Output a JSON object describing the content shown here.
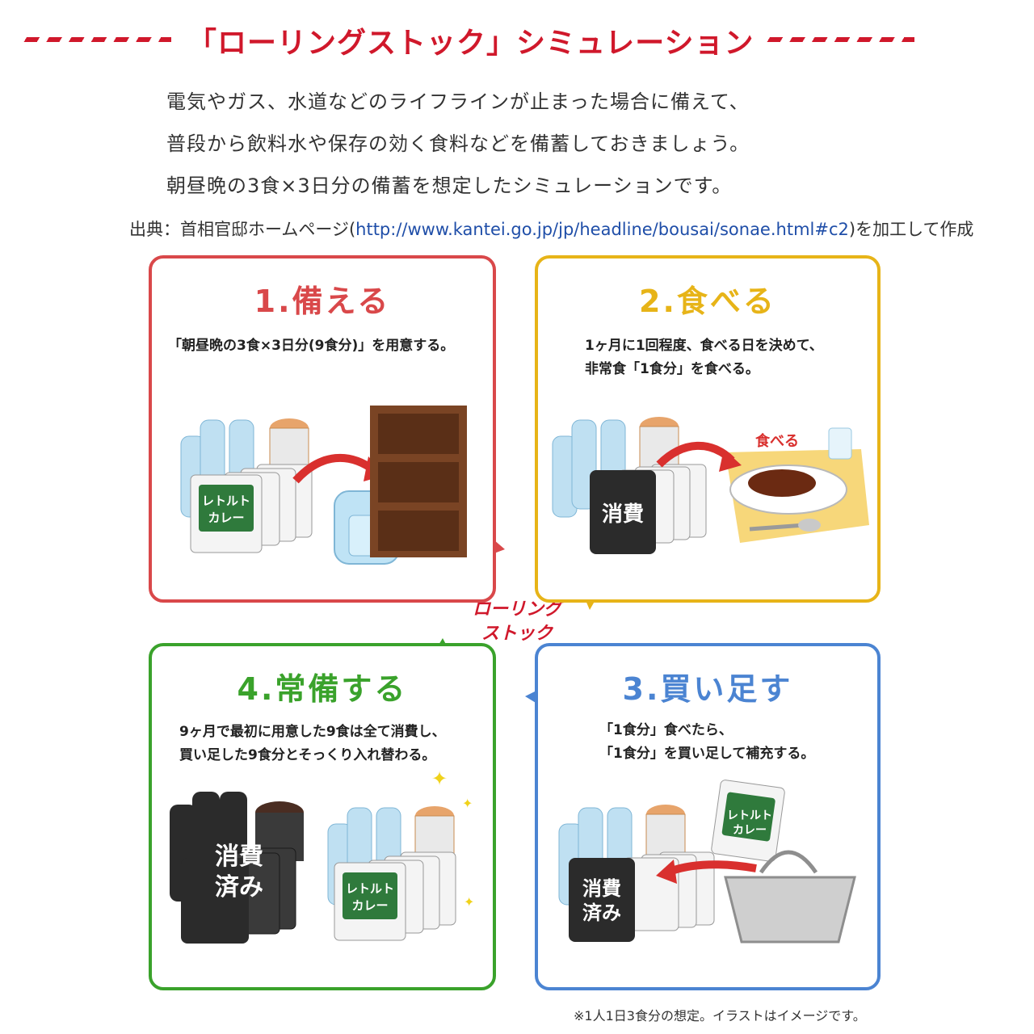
{
  "header": {
    "title": "「ローリングストック」シミュレーション"
  },
  "intro": {
    "line1": "電気やガス、水道などのライフラインが止まった場合に備えて、",
    "line2": "普段から飲料水や保存の効く食料などを備蓄しておきましょう。",
    "line3": "朝昼晩の3食×3日分の備蓄を想定したシミュレーションです。"
  },
  "source": {
    "prefix": "出典：首相官邸ホームページ(",
    "url": "http://www.kantei.go.jp/jp/headline/bousai/sonae.html#c2",
    "suffix": ")を加工して作成"
  },
  "center_label": {
    "line1": "ローリング",
    "line2": "ストック"
  },
  "steps": [
    {
      "title": "1.備える",
      "desc": [
        "「朝昼晩の3食×3日分(9食分)」を用意する。"
      ],
      "pack_label": [
        "レトルト",
        "カレー"
      ]
    },
    {
      "title": "2.食べる",
      "desc": [
        "1ヶ月に1回程度、食べる日を決めて、",
        "非常食「1食分」を食べる。"
      ],
      "badge": "消費",
      "eat_label": "食べる"
    },
    {
      "title": "3.買い足す",
      "desc": [
        "「1食分」食べたら、",
        "「1食分」を買い足して補充する。"
      ],
      "badge": [
        "消費",
        "済み"
      ],
      "pack_label": [
        "レトルト",
        "カレー"
      ]
    },
    {
      "title": "4.常備する",
      "desc": [
        "9ヶ月で最初に用意した9食は全て消費し、",
        "買い足した9食分とそっくり入れ替わる。"
      ],
      "badge": [
        "消費",
        "済み"
      ],
      "pack_label": [
        "レトルト",
        "カレー"
      ]
    }
  ],
  "note": "※1人1日3食分の想定。イラストはイメージです。",
  "colors": {
    "title_red": "#d0182b",
    "step1": "#d9484a",
    "step2": "#e7b418",
    "step3": "#4b84d2",
    "step4": "#3aa22b",
    "pack_green": "#2f7a3c",
    "dark_pack": "#2b2b2b"
  }
}
